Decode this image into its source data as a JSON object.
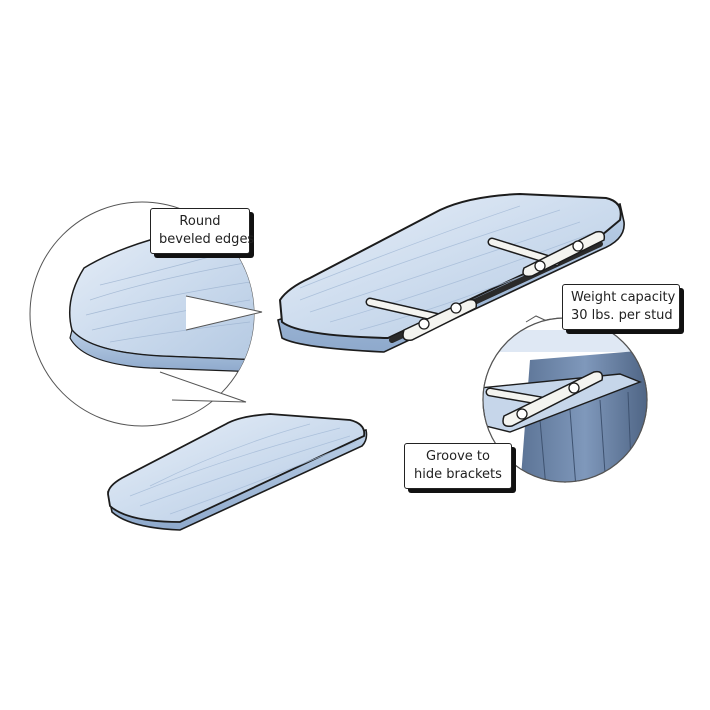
{
  "callouts": {
    "round_edges": {
      "line1": "Round",
      "line2": "beveled edges"
    },
    "weight": {
      "line1": "Weight capacity",
      "line2": "30 lbs. per stud"
    },
    "groove": {
      "line1": "Groove to",
      "line2": "hide brackets"
    }
  },
  "colors": {
    "wood_light": "#dbe6f3",
    "wood_mid": "#b9cde4",
    "wood_dark": "#7f9cc0",
    "edge": "#1c1c1c",
    "wall_dark": "#4f6685"
  },
  "icons": [
    "screw-icon",
    "mounting-rod-icon",
    "bracket-plate-icon"
  ]
}
